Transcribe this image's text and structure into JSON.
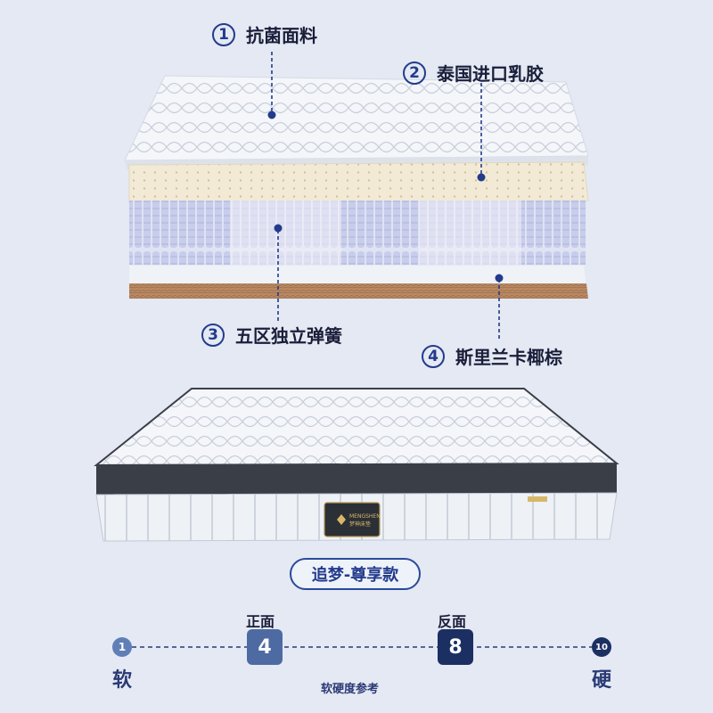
{
  "layers": [
    {
      "number": "1",
      "label": "抗菌面料"
    },
    {
      "number": "2",
      "label": "泰国进口乳胶"
    },
    {
      "number": "3",
      "label": "五区独立弹簧"
    },
    {
      "number": "4",
      "label": "斯里兰卡椰棕"
    }
  ],
  "mattress_badge": {
    "brand_line1": "MENGSHEN",
    "brand_line2": "梦神床垫"
  },
  "product_name": "追梦-尊享款",
  "firmness_scale": {
    "min_value": "1",
    "max_value": "10",
    "min_label": "软",
    "max_label": "硬",
    "front_label": "正面",
    "front_value": "4",
    "back_label": "反面",
    "back_value": "8",
    "note": "软硬度参考"
  },
  "colors": {
    "background": "#e4e9f3",
    "accent": "#233b8c",
    "front_box": "#4e6aa3",
    "back_box": "#1b2f63"
  }
}
